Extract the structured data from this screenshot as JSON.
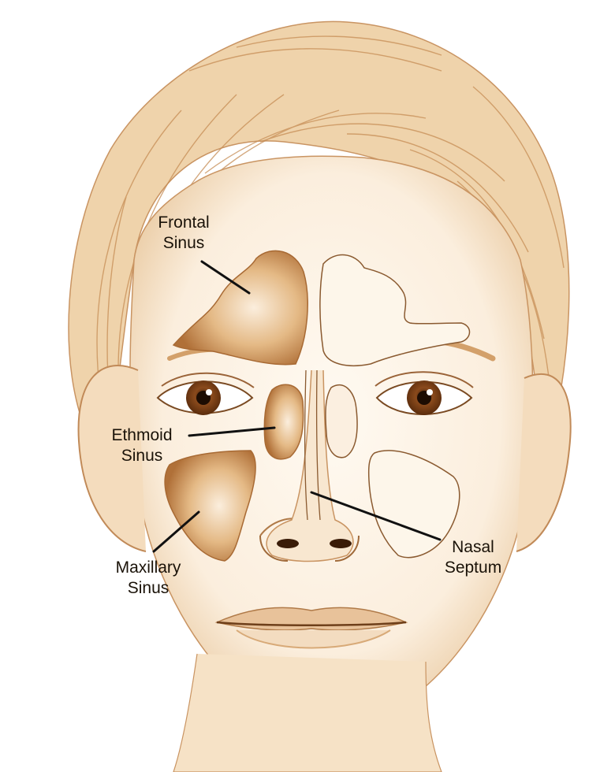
{
  "diagram": {
    "palette": {
      "skin_light": "#fbf1e3",
      "skin_shadow": "#e6c49b",
      "hair": "#e8c596",
      "hair_dark": "#b9804a",
      "sinus_fill": "#c88f55",
      "sinus_core": "#fbeedd",
      "outline": "#8a5a30",
      "leader": "#111111"
    },
    "labels": {
      "frontal": {
        "line1": "Frontal",
        "line2": "Sinus"
      },
      "ethmoid": {
        "line1": "Ethmoid",
        "line2": "Sinus"
      },
      "maxillary": {
        "line1": "Maxillary",
        "line2": "Sinus"
      },
      "nasal": {
        "line1": "Nasal",
        "line2": "Septum"
      }
    }
  }
}
